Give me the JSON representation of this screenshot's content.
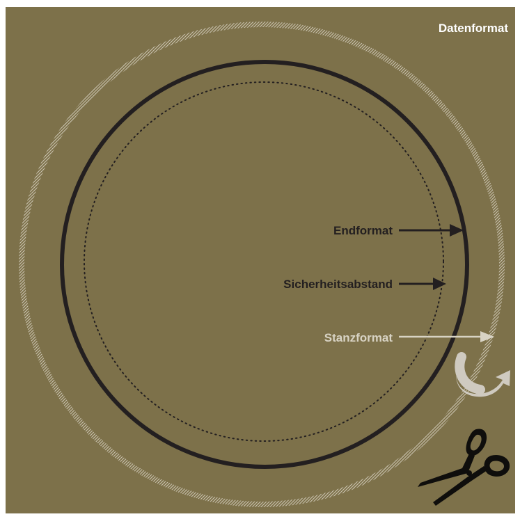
{
  "title": "Datenformat",
  "labels": {
    "endformat": "Endformat",
    "sicherheitsabstand": "Sicherheitsabstand",
    "stanzformat": "Stanzformat"
  },
  "colors": {
    "background": "#7d714a",
    "endformat_line": "#231f20",
    "stanzformat_line": "#d8d3c4",
    "title_text": "#ffffff",
    "arrow_dark": "#231f20",
    "arrow_light": "#cfcac0"
  },
  "icons": {
    "rotate": "curved-arrow-icon",
    "cut": "scissors-icon"
  }
}
